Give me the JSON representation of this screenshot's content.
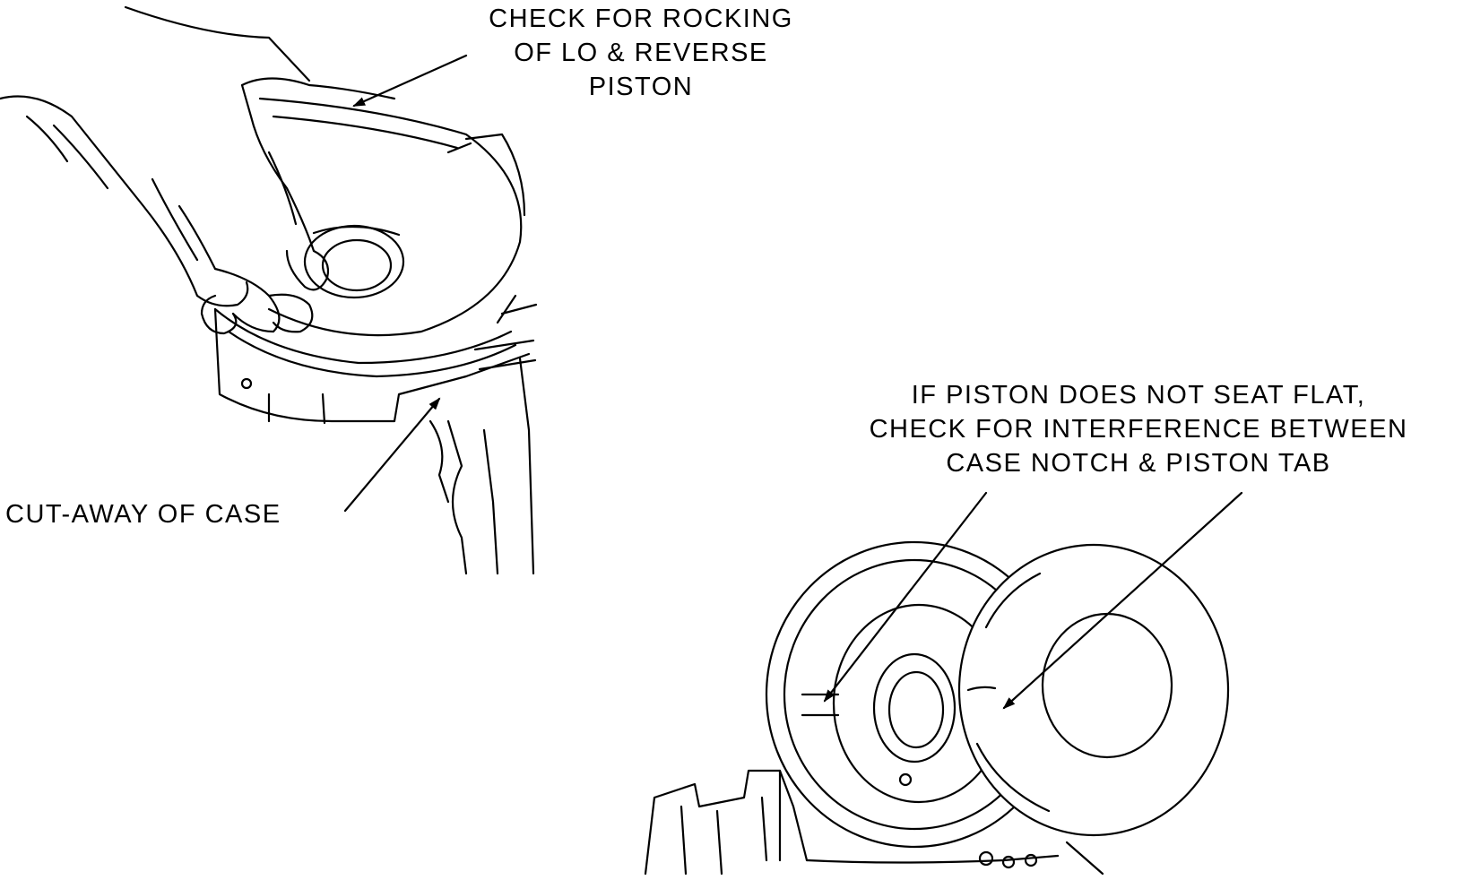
{
  "callouts": {
    "rocking": [
      "CHECK FOR ROCKING",
      "OF LO & REVERSE",
      "PISTON"
    ],
    "cutaway": "CUT-AWAY OF CASE",
    "interference": [
      "IF PISTON DOES NOT SEAT FLAT,",
      "CHECK FOR INTERFERENCE BETWEEN",
      "CASE NOTCH & PISTON TAB"
    ]
  },
  "colors": {
    "ink": "#000000",
    "paper": "#ffffff"
  }
}
